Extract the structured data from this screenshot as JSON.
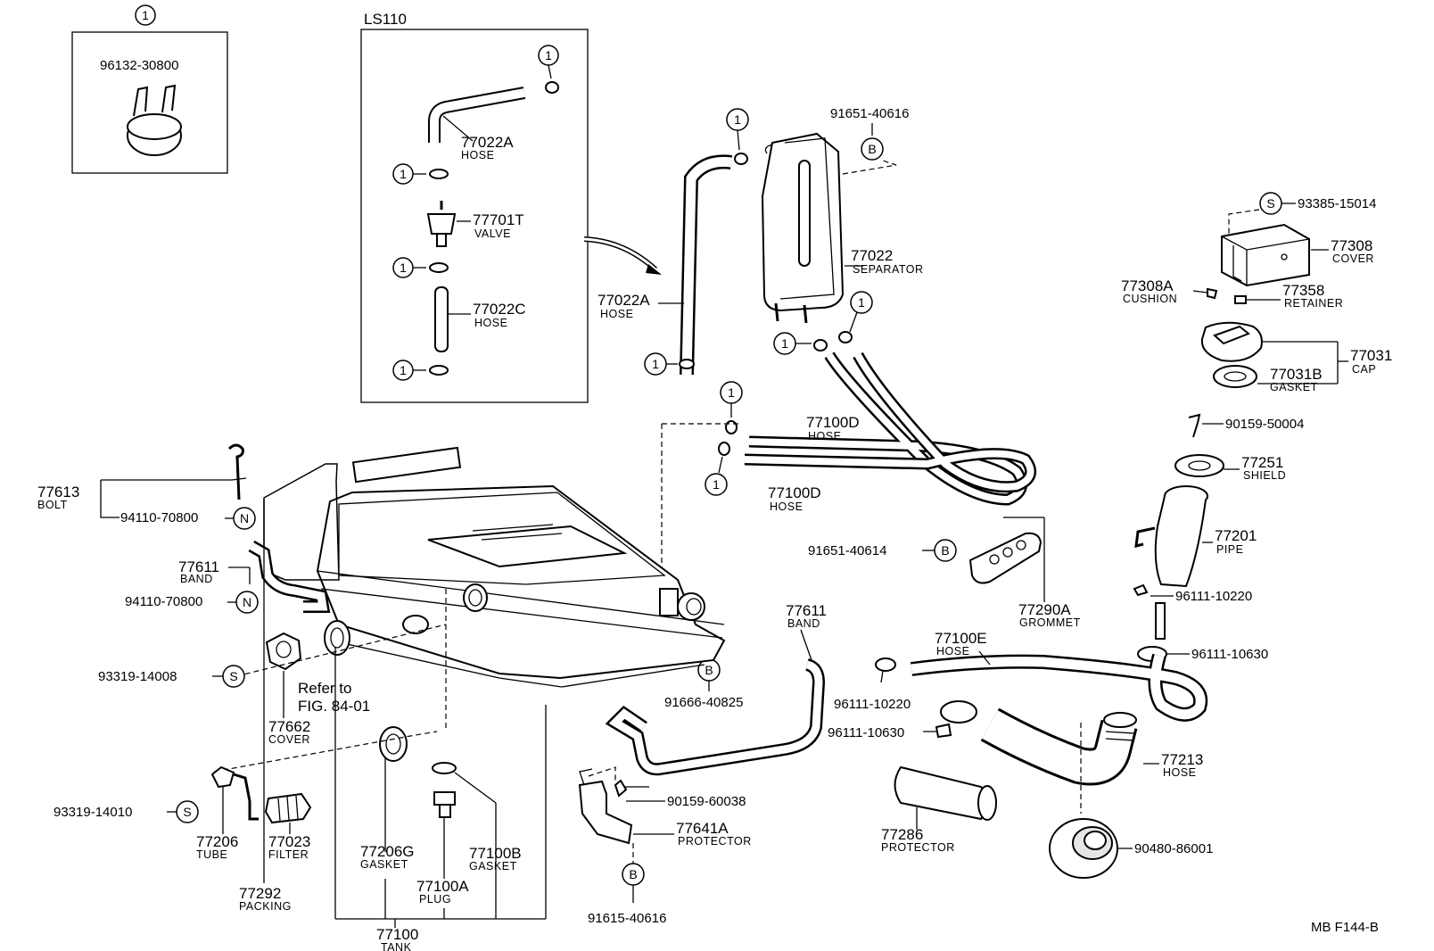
{
  "box1": {
    "callout": "1",
    "part": "96132-30800"
  },
  "box_ls110": {
    "title": "LS110",
    "hose_a": {
      "num": "77022A",
      "name": "HOSE"
    },
    "valve": {
      "num": "77701T",
      "name": "VALVE"
    },
    "hose_c": {
      "num": "77022C",
      "name": "HOSE"
    },
    "callout": "1"
  },
  "parts": {
    "p_91651_40616": "91651-40616",
    "p_93385": "93385-15014",
    "p_77308": {
      "num": "77308",
      "name": "COVER"
    },
    "p_77308A": {
      "num": "77308A",
      "name": "CUSHION"
    },
    "p_77358": {
      "num": "77358",
      "name": "RETAINER"
    },
    "p_77031": {
      "num": "77031",
      "name": "CAP"
    },
    "p_77031B": {
      "num": "77031B",
      "name": "GASKET"
    },
    "p_90159_50004": "90159-50004",
    "p_77251": {
      "num": "77251",
      "name": "SHIELD"
    },
    "p_77201": {
      "num": "77201",
      "name": "PIPE"
    },
    "p_96111_10220_r": "96111-10220",
    "p_96111_10630_r": "96111-10630",
    "p_77022A": {
      "num": "77022A",
      "name": "HOSE"
    },
    "p_77022": {
      "num": "77022",
      "name": "SEPARATOR"
    },
    "p_77100D_1": {
      "num": "77100D",
      "name": "HOSE"
    },
    "p_77100D_2": {
      "num": "77100D",
      "name": "HOSE"
    },
    "p_91651_40614": "91651-40614",
    "p_77290A": {
      "num": "77290A",
      "name": "GROMMET"
    },
    "p_77611_r": {
      "num": "77611",
      "name": "BAND"
    },
    "p_77100E": {
      "num": "77100E",
      "name": "HOSE"
    },
    "p_96111_10220_m": "96111-10220",
    "p_96111_10630_m": "96111-10630",
    "p_77213": {
      "num": "77213",
      "name": "HOSE"
    },
    "p_77286": {
      "num": "77286",
      "name": "PROTECTOR"
    },
    "p_90480": "90480-86001",
    "p_91666": "91666-40825",
    "p_90159_60038": "90159-60038",
    "p_77641A": {
      "num": "77641A",
      "name": "PROTECTOR"
    },
    "p_91615": "91615-40616",
    "p_77613": {
      "num": "77613",
      "name": "BOLT"
    },
    "p_94110_a": "94110-70800",
    "p_77611_l": {
      "num": "77611",
      "name": "BAND"
    },
    "p_94110_b": "94110-70800",
    "p_93319_14008": "93319-14008",
    "p_93319_14010": "93319-14010",
    "p_77662": {
      "num": "77662",
      "name": "COVER"
    },
    "refer": {
      "line1": "Refer to",
      "line2": "FIG. 84-01"
    },
    "p_77206": {
      "num": "77206",
      "name": "TUBE"
    },
    "p_77023": {
      "num": "77023",
      "name": "FILTER"
    },
    "p_77206G": {
      "num": "77206G",
      "name": "GASKET"
    },
    "p_77100B": {
      "num": "77100B",
      "name": "GASKET"
    },
    "p_77100A": {
      "num": "77100A",
      "name": "PLUG"
    },
    "p_77292": {
      "num": "77292",
      "name": "PACKING"
    },
    "p_77100": {
      "num": "77100",
      "name": "TANK"
    }
  },
  "callouts": {
    "one": "1",
    "s": "S",
    "b": "B",
    "n": "N"
  },
  "footer": "MB  F144-B"
}
